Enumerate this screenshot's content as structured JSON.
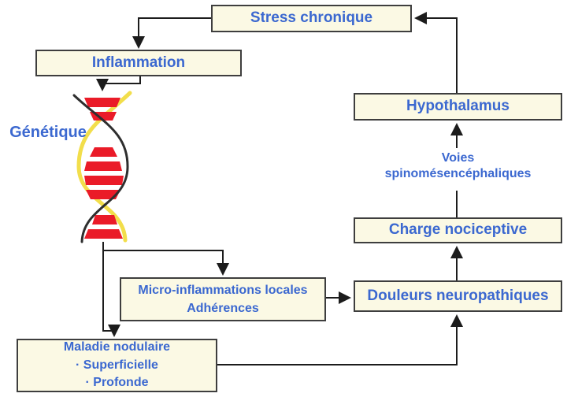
{
  "colors": {
    "background": "#ffffff",
    "box_fill": "#fbf9e4",
    "box_border": "#3e3e3e",
    "text_blue": "#3b68d0",
    "arrow_black": "#1c1c1c",
    "dna_strand_dark": "#2e2e2e",
    "dna_strand_yellow": "#f2de4b",
    "dna_rung_red": "#ea1b28"
  },
  "nodes": {
    "stress_chronique": {
      "label": "Stress chronique"
    },
    "inflammation": {
      "label": "Inflammation"
    },
    "genetique": {
      "label": "Génétique"
    },
    "hypothalamus": {
      "label": "Hypothalamus"
    },
    "voies_spinomesencephaliques": {
      "line1": "Voies",
      "line2": "spinomésencéphaliques"
    },
    "charge_nociceptive": {
      "label": "Charge nociceptive"
    },
    "micro_inflammations": {
      "line1": "Micro-inflammations locales",
      "line2": "Adhérences"
    },
    "douleurs_neuropathiques": {
      "label": "Douleurs neuropathiques"
    },
    "maladie_nodulaire": {
      "line1": "Maladie nodulaire",
      "line2": "· Superficielle",
      "line3": "· Profonde"
    }
  },
  "icons": {
    "dna_helix": "double-helix-illustration"
  }
}
